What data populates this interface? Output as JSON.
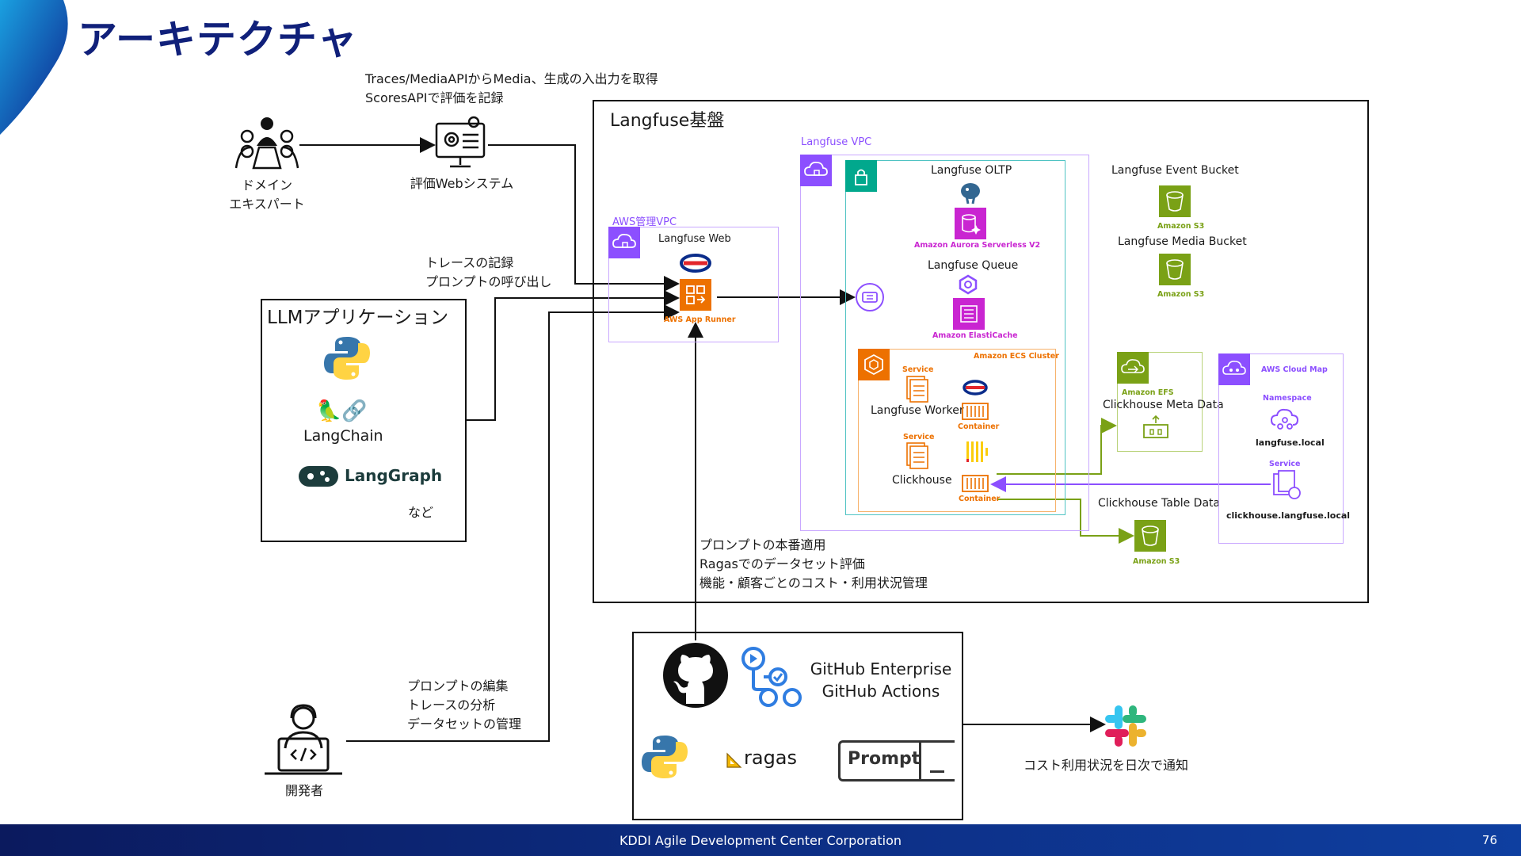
{
  "slide": {
    "title": "アーキテクチャ",
    "page_number": "76",
    "footer": "KDDI Agile Development Center Corporation"
  },
  "colors": {
    "title": "#10207a",
    "footer_bg": "#0b2a7a",
    "aws_purple": "#8c4fff",
    "aws_orange": "#ed7100",
    "aws_green": "#7aa116",
    "aws_magenta": "#c925d1",
    "vpc_teal": "#4fc3c3"
  },
  "actors": {
    "domain_expert": "ドメイン\nエキスパート",
    "eval_web_system": "評価Webシステム",
    "developer": "開発者"
  },
  "notes": {
    "traces": "Traces/MediaAPIからMedia、生成の入出力を取得\nScoresAPIで評価を記録",
    "trace_record": "トレースの記録\nプロンプトの呼び出し",
    "developer_tasks": "プロンプトの編集\nトレースの分析\nデータセットの管理",
    "prompt_deploy": "プロンプトの本番適用\nRagasでのデータセット評価\n機能・顧客ごとのコスト・利用状況管理",
    "cost_notify": "コスト利用状況を日次で通知"
  },
  "llm_app": {
    "title": "LLMアプリケーション",
    "langchain": "LangChain",
    "langgraph": "LangGraph",
    "etc": "など"
  },
  "langfuse": {
    "title": "Langfuse基盤",
    "aws_managed_vpc": "AWS管理VPC",
    "langfuse_web": "Langfuse Web",
    "app_runner": "AWS App Runner",
    "langfuse_vpc": "Langfuse VPC",
    "oltp": "Langfuse OLTP",
    "aurora": "Amazon Aurora Serverless V2",
    "queue": "Langfuse Queue",
    "elasticache": "Amazon ElastiCache",
    "ecs_cluster": "Amazon  ECS Cluster",
    "service": "Service",
    "worker": "Langfuse Worker",
    "container": "Container",
    "clickhouse": "Clickhouse",
    "event_bucket": "Langfuse Event Bucket",
    "media_bucket": "Langfuse Media Bucket",
    "s3": "Amazon S3",
    "efs": "Amazon EFS",
    "meta_data": "Clickhouse Meta Data",
    "table_data": "Clickhouse Table Data",
    "cloud_map": "AWS Cloud Map",
    "namespace": "Namespace",
    "namespace_value": "langfuse.local",
    "service_value": "clickhouse.langfuse.local"
  },
  "ci": {
    "github_enterprise": "GitHub Enterprise",
    "github_actions": "GitHub Actions",
    "ragas": "ragas",
    "prompt": "Prompt"
  }
}
